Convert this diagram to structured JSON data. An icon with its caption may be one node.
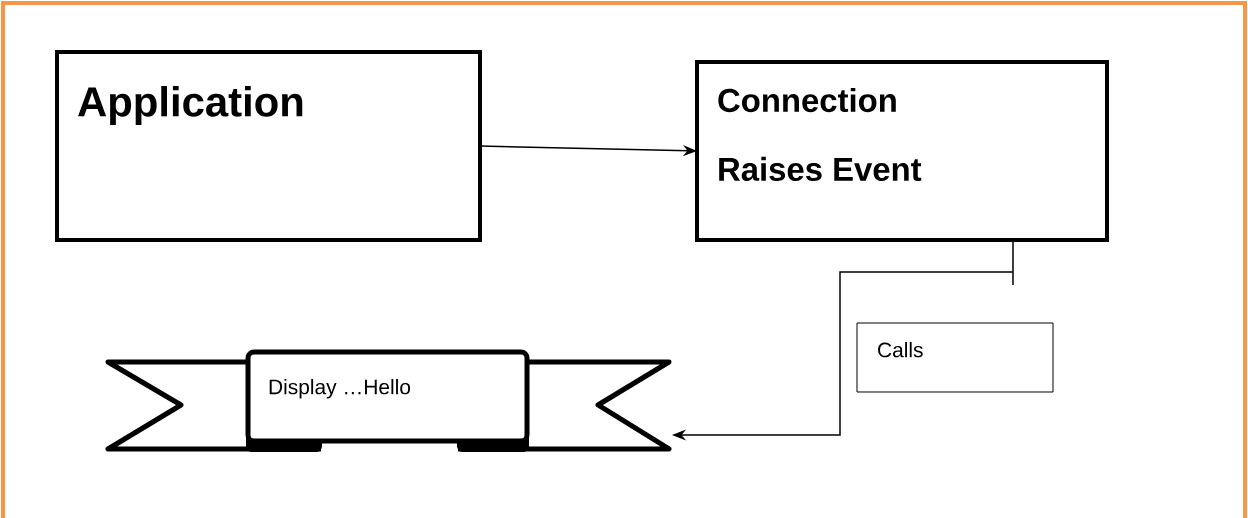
{
  "diagram": {
    "nodes": [
      {
        "text": [
          "Application"
        ]
      },
      {
        "text": [
          "Connection",
          "Raises Event"
        ]
      },
      {
        "text": [
          "Calls"
        ]
      },
      {
        "text": [
          "Display …Hello"
        ]
      }
    ],
    "edges": [
      {
        "from": 0,
        "to": 1,
        "arrow": "to"
      },
      {
        "from": 1,
        "to": 3,
        "arrow": "to"
      }
    ]
  }
}
